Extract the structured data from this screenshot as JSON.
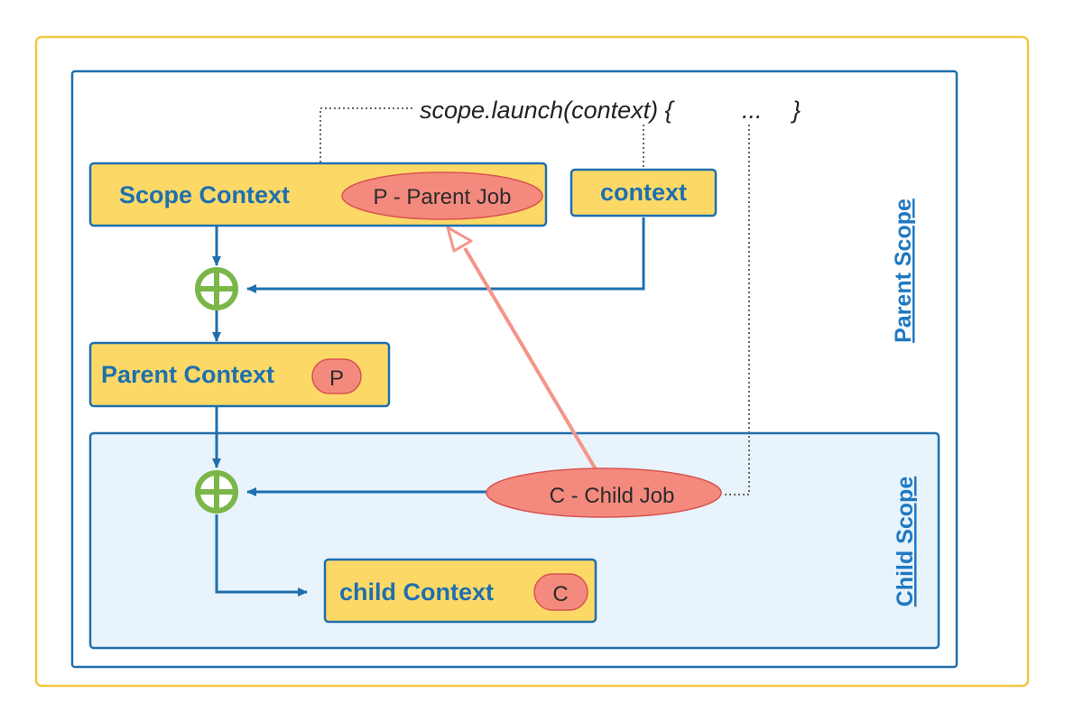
{
  "diagram": {
    "code_line": {
      "prefix": "scope.launch(context) {",
      "ellipsis": "...",
      "closing": "}"
    },
    "boxes": {
      "scope_context": {
        "label": "Scope Context",
        "badge": "P - Parent Job"
      },
      "context": {
        "label": "context"
      },
      "parent_context": {
        "label": "Parent Context",
        "badge": "P"
      },
      "child_context": {
        "label": "child Context",
        "badge": "C"
      }
    },
    "child_job": {
      "label": "C - Child Job"
    },
    "regions": {
      "parent_scope": "Parent Scope",
      "child_scope": "Child Scope"
    },
    "colors": {
      "outer_frame": "#f2c744",
      "scope_border": "#1f6fae",
      "box_fill": "#fcd967",
      "job_fill": "#f48a7e",
      "plus_green": "#7ab648",
      "inherit_arrow": "#f4958a",
      "child_region_fill": "#e8f3fb"
    }
  }
}
